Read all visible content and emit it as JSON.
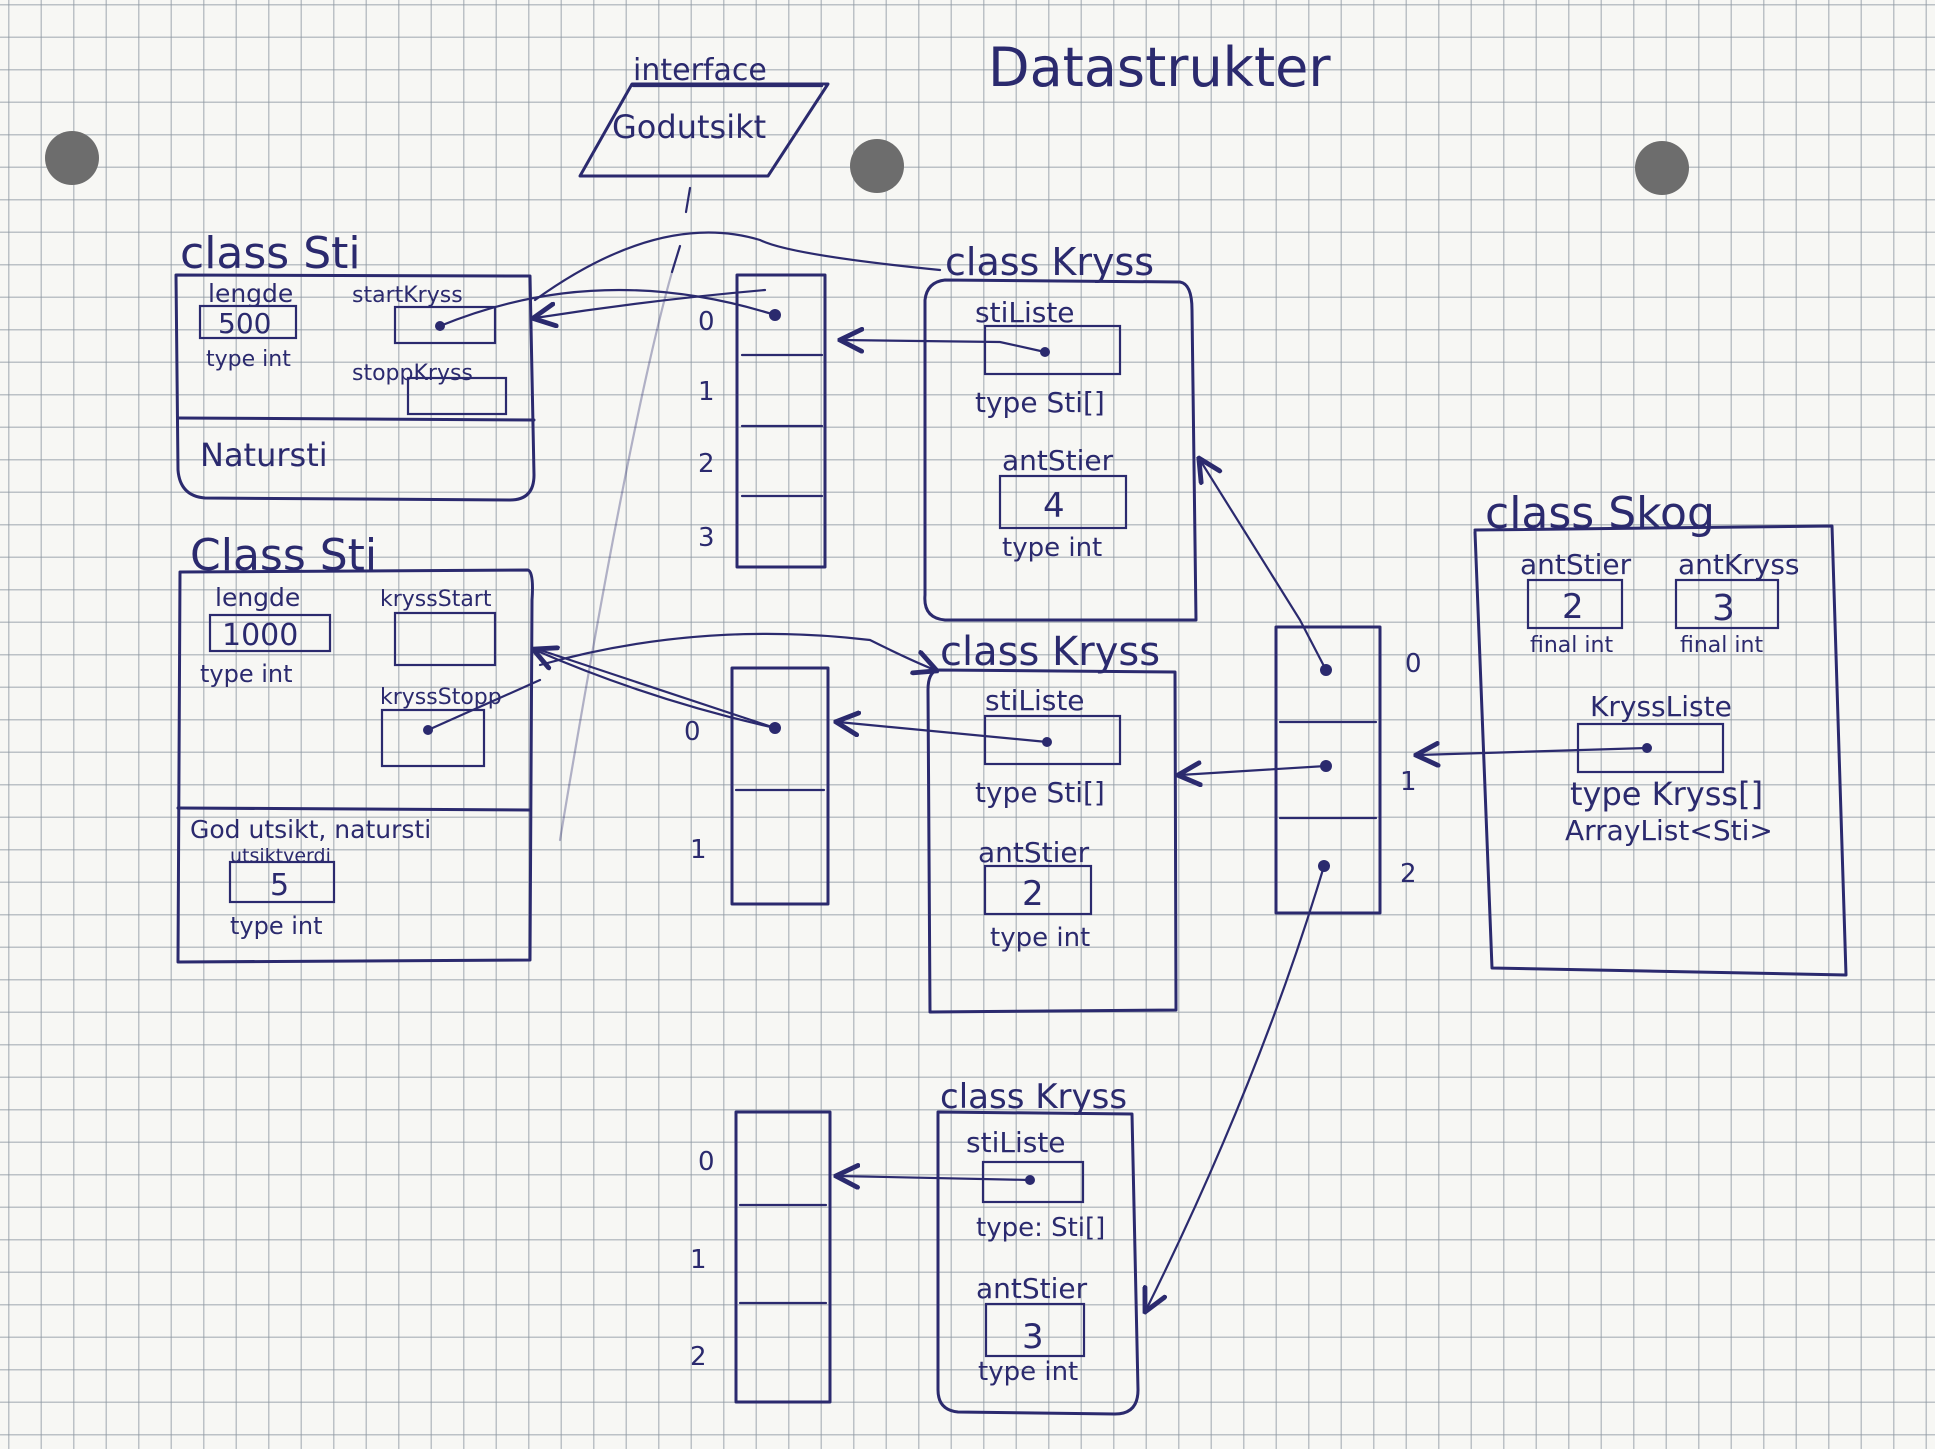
{
  "title": "Datastrukter",
  "interface": {
    "stereotype": "interface",
    "name": "Godutsikt"
  },
  "sti_nature": {
    "class_label": "class Sti",
    "field_lengde": "lengde",
    "value_lengde": "500",
    "type_lengde": "type int",
    "field_start": "startKryss",
    "field_stopp": "stoppKryss",
    "subclass": "Natursti"
  },
  "sti_view": {
    "class_label": "Class Sti",
    "field_lengde": "lengde",
    "value_lengde": "1000",
    "type_lengde": "type int",
    "field_start": "kryssStart",
    "field_stopp": "kryssStopp",
    "subclass": "God utsikt, natursti",
    "field_view": "utsiktverdi",
    "value_view": "5",
    "type_view": "type int"
  },
  "kryss_top": {
    "class_label": "class Kryss",
    "field_list": "stiListe",
    "type_list": "type Sti[]",
    "field_count": "antStier",
    "value_count": "4",
    "type_count": "type int",
    "array_indices": [
      "0",
      "1",
      "2",
      "3"
    ]
  },
  "kryss_mid": {
    "class_label": "class Kryss",
    "field_list": "stiListe",
    "type_list": "type Sti[]",
    "field_count": "antStier",
    "value_count": "2",
    "type_count": "type int",
    "array_indices": [
      "0",
      "1"
    ]
  },
  "kryss_bottom": {
    "class_label": "class Kryss",
    "field_list": "stiListe",
    "type_list": "type: Sti[]",
    "field_count": "antStier",
    "value_count": "3",
    "type_count": "type int",
    "array_indices": [
      "0",
      "1",
      "2"
    ]
  },
  "skog": {
    "class_label": "class Skog",
    "field_stier": "antStier",
    "value_stier": "2",
    "type_stier": "final int",
    "field_kryss": "antKryss",
    "value_kryss": "3",
    "type_kryss": "final int",
    "field_list": "KryssListe",
    "type_list": "type Kryss[]",
    "type_list_alt": "ArrayList<Sti>",
    "array_indices": [
      "0",
      "1",
      "2"
    ]
  },
  "colors": {
    "ink": "#2b2a6e",
    "paper": "#f7f7f4",
    "grid": "#8c96a0",
    "hole": "#6d6d6d"
  }
}
